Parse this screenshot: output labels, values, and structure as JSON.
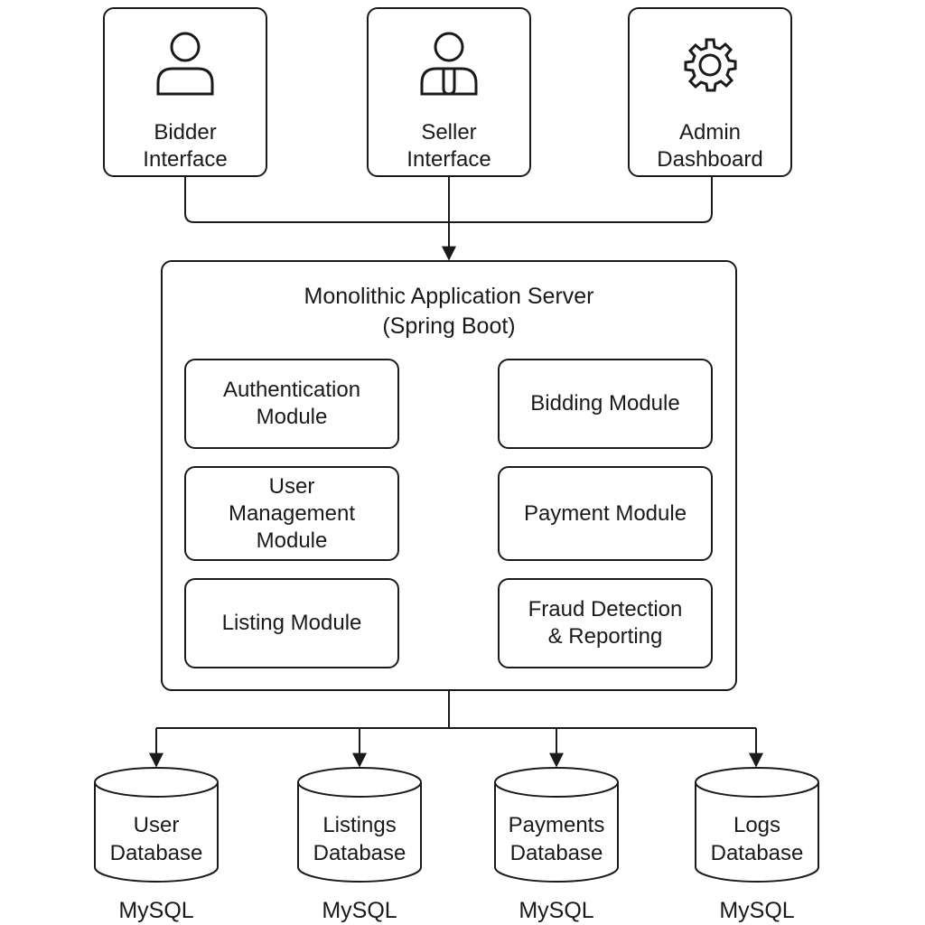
{
  "clients": [
    {
      "line1": "Bidder",
      "line2": "Interface",
      "icon": "user-icon"
    },
    {
      "line1": "Seller",
      "line2": "Interface",
      "icon": "user-tie-icon"
    },
    {
      "line1": "Admin",
      "line2": "Dashboard",
      "icon": "gear-icon"
    }
  ],
  "server": {
    "title": "Monolithic Application Server",
    "subtitle": "(Spring Boot)"
  },
  "modules": {
    "authentication": [
      "Authentication",
      "Module"
    ],
    "user_management": [
      "User",
      "Management",
      "Module"
    ],
    "listing": [
      "Listing Module"
    ],
    "bidding": [
      "Bidding Module"
    ],
    "payment": [
      "Payment Module"
    ],
    "fraud": [
      "Fraud Detection",
      "& Reporting"
    ]
  },
  "databases": [
    {
      "line1": "User",
      "line2": "Database",
      "engine": "MySQL"
    },
    {
      "line1": "Listings",
      "line2": "Database",
      "engine": "MySQL"
    },
    {
      "line1": "Payments",
      "line2": "Database",
      "engine": "MySQL"
    },
    {
      "line1": "Logs",
      "line2": "Database",
      "engine": "MySQL"
    }
  ]
}
